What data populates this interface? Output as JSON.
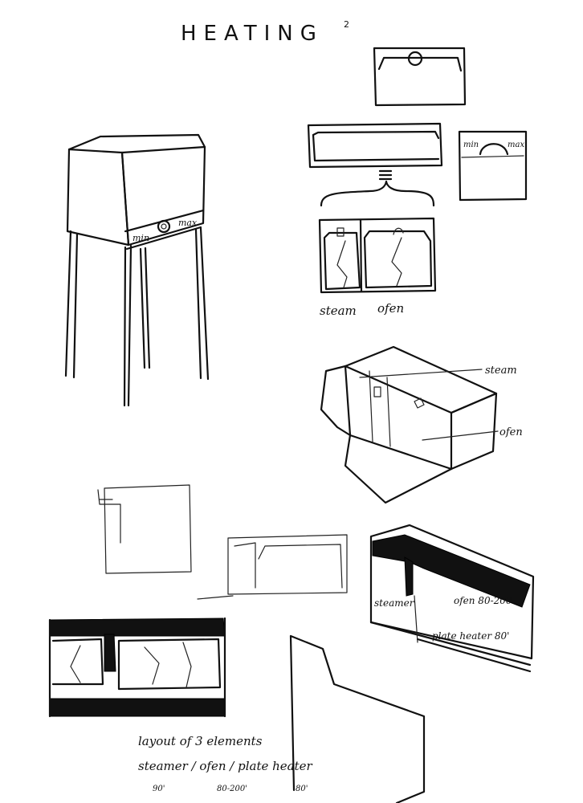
{
  "title": {
    "text": "HEATING",
    "superscript": "2"
  },
  "sketch_1": {
    "knob_min": "min",
    "knob_max": "max"
  },
  "sketch_3": {
    "knob_min": "min",
    "knob_max": "max"
  },
  "sketch_4": {
    "label_left": "steam",
    "label_right": "ofen"
  },
  "sketch_5": {
    "label_top": "steam",
    "label_right": "ofen"
  },
  "sketch_8": {
    "label_steamer": "steamer",
    "label_ofen": "ofen 80-200",
    "label_plate": "plate heater 80'"
  },
  "notes": {
    "line1": "layout of 3 elements",
    "line2": "steamer / ofen / plate heater",
    "temp1": "90'",
    "temp2": "80-200'",
    "temp3": "80'"
  },
  "colors": {
    "ink": "#111111",
    "paper": "#ffffff"
  }
}
